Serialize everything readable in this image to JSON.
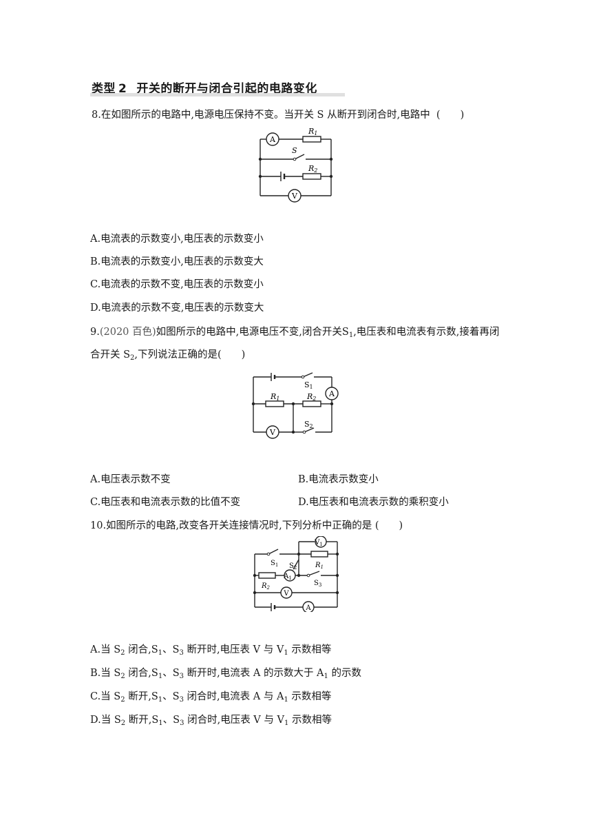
{
  "section": {
    "label": "类型",
    "number": "2",
    "title": "开关的断开与闭合引起的电路变化"
  },
  "q8": {
    "stem": "8.在如图所示的电路中,电源电压保持不变。当开关 S 从断开到闭合时,电路中",
    "paren": "(  )",
    "options": [
      "A.电流表的示数变小,电压表的示数变小",
      "B.电流表的示数变小,电压表的示数变大",
      "C.电流表的示数不变,电压表的示数变小",
      "D.电流表的示数不变,电压表的示数变大"
    ],
    "diagram": {
      "ammeter": "A",
      "voltmeter": "V",
      "switch": "S",
      "r1": "R",
      "r1_sub": "1",
      "r2": "R",
      "r2_sub": "2"
    }
  },
  "q9": {
    "num": "9.",
    "source": "(2020 百色)",
    "stem_a": "如图所示的电路中,电源电压不变,闭合开关S",
    "stem_a_sub": "1",
    "stem_b": ",电压表和电流表有示数,接着再闭",
    "line2_a": "合开关 S",
    "line2_sub": "2",
    "line2_b": ",下列说法正确的是(  )",
    "options": [
      "A.电压表示数不变",
      "B.电流表示数变小",
      "C.电压表和电流表示数的比值不变",
      "D.电压表和电流表示数的乘积变小"
    ],
    "diagram": {
      "ammeter": "A",
      "voltmeter": "V",
      "s1": "S",
      "s1_sub": "1",
      "s2": "S",
      "s2_sub": "2",
      "r1": "R",
      "r1_sub": "1",
      "r2": "R",
      "r2_sub": "2"
    }
  },
  "q10": {
    "stem": "10.如图所示的电路,改变各开关连接情况时,下列分析中正确的是 (  )",
    "options": [
      {
        "a": "A.当 S",
        "s1": "2",
        "b": " 闭合,S",
        "s2": "1",
        "c": "、S",
        "s3": "3",
        "d": " 断开时,电压表 V 与 V",
        "s4": "1",
        "e": " 示数相等"
      },
      {
        "a": "B.当 S",
        "s1": "2",
        "b": " 闭合,S",
        "s2": "1",
        "c": "、S",
        "s3": "3",
        "d": " 断开时,电流表 A 的示数大于 A",
        "s4": "1",
        "e": " 的示数"
      },
      {
        "a": "C.当 S",
        "s1": "2",
        "b": " 断开,S",
        "s2": "1",
        "c": "、S",
        "s3": "3",
        "d": " 闭合时,电流表 A 与 A",
        "s4": "1",
        "e": " 示数相等"
      },
      {
        "a": "D.当 S",
        "s1": "2",
        "b": " 断开,S",
        "s2": "1",
        "c": "、S",
        "s3": "3",
        "d": " 闭合时,电压表 V 与 V",
        "s4": "1",
        "e": " 示数相等"
      }
    ],
    "diagram": {
      "v1": "V",
      "v1_sub": "1",
      "v": "V",
      "a": "A",
      "a1": "A",
      "a1_sub": "1",
      "s1": "S",
      "s1_sub": "1",
      "s2": "S",
      "s2_sub": "2",
      "s3": "S",
      "s3_sub": "3",
      "r1": "R",
      "r1_sub": "1",
      "r2": "R",
      "r2_sub": "2"
    }
  }
}
